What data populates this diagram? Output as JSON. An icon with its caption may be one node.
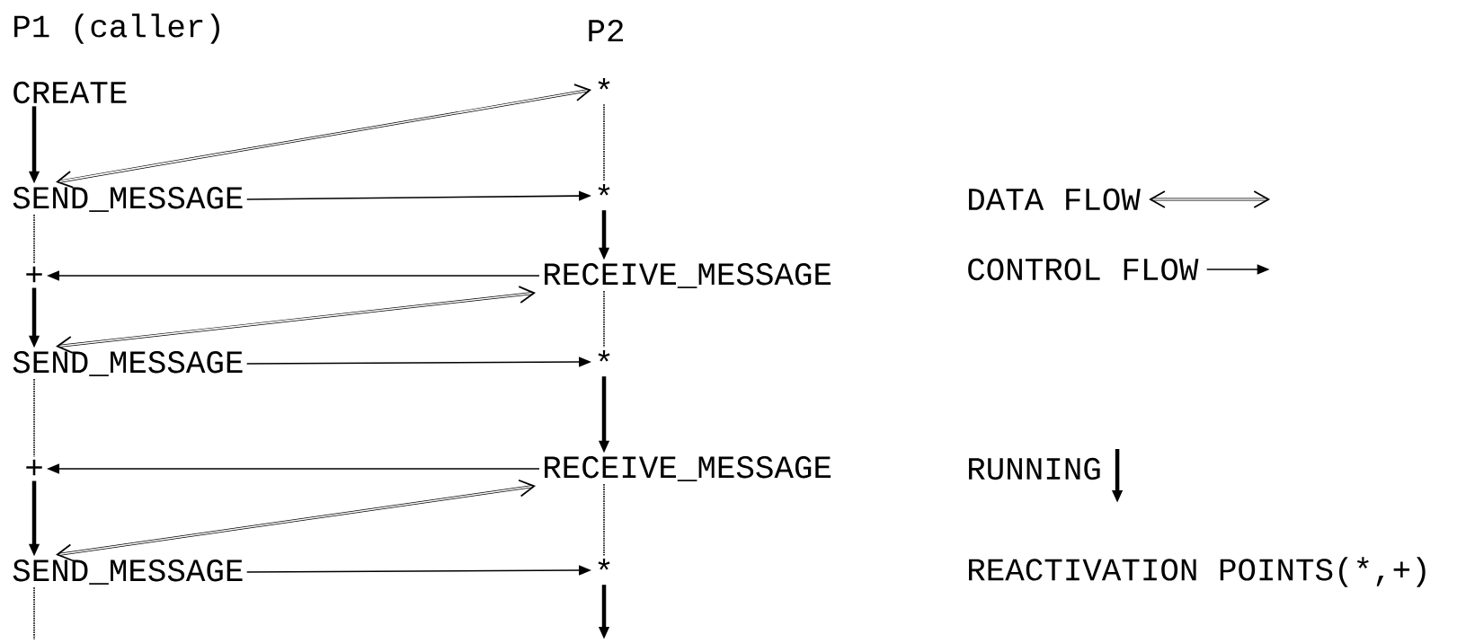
{
  "diagram": {
    "nodes": [
      {
        "text": [
          "CREATE"
        ]
      },
      {
        "text": [
          "*"
        ]
      },
      {
        "text": [
          "SEND_MESSAGE"
        ]
      },
      {
        "text": [
          "*"
        ]
      },
      {
        "text": [
          "+"
        ]
      },
      {
        "text": [
          "RECEIVE_MESSAGE"
        ]
      },
      {
        "text": [
          "SEND_MESSAGE"
        ]
      },
      {
        "text": [
          "*"
        ]
      },
      {
        "text": [
          "+"
        ]
      },
      {
        "text": [
          "RECEIVE_MESSAGE"
        ]
      },
      {
        "text": [
          "SEND_MESSAGE"
        ]
      },
      {
        "text": [
          "*"
        ]
      }
    ],
    "edges": [
      {
        "from": 0,
        "to": 2,
        "arrow": "to",
        "style": "thick"
      },
      {
        "from": 2,
        "to": 1,
        "arrow": "both"
      },
      {
        "from": 1,
        "to": 3,
        "arrow": "none",
        "style": "dashed"
      },
      {
        "from": 2,
        "to": 3,
        "arrow": "to"
      },
      {
        "from": 2,
        "to": 4,
        "arrow": "none",
        "style": "dashed"
      },
      {
        "from": 3,
        "to": 5,
        "arrow": "to",
        "style": "thick"
      },
      {
        "from": 5,
        "to": 4,
        "arrow": "to"
      },
      {
        "from": 4,
        "to": 6,
        "arrow": "to",
        "style": "thick"
      },
      {
        "from": 6,
        "to": 5,
        "arrow": "both"
      },
      {
        "from": 5,
        "to": 7,
        "arrow": "none",
        "style": "dashed"
      },
      {
        "from": 6,
        "to": 7,
        "arrow": "to"
      },
      {
        "from": 6,
        "to": 8,
        "arrow": "none",
        "style": "dashed"
      },
      {
        "from": 7,
        "to": 9,
        "arrow": "to",
        "style": "thick"
      },
      {
        "from": 9,
        "to": 8,
        "arrow": "to"
      },
      {
        "from": 8,
        "to": 10,
        "arrow": "to",
        "style": "thick"
      },
      {
        "from": 10,
        "to": 9,
        "arrow": "both"
      },
      {
        "from": 9,
        "to": 11,
        "arrow": "none",
        "style": "dashed"
      },
      {
        "from": 10,
        "to": 11,
        "arrow": "to"
      },
      {
        "from": 10,
        "to": null,
        "arrow": "none",
        "style": "dashed"
      },
      {
        "from": 11,
        "to": null,
        "arrow": "to",
        "style": "thick"
      }
    ],
    "labels": [
      "P1 (caller)",
      "P2"
    ],
    "legend": [
      {
        "text": "DATA FLOW"
      },
      {
        "text": "CONTROL FLOW"
      },
      {
        "text": "RUNNING"
      },
      {
        "text": "REACTIVATION POINTS(*,+)"
      }
    ]
  }
}
